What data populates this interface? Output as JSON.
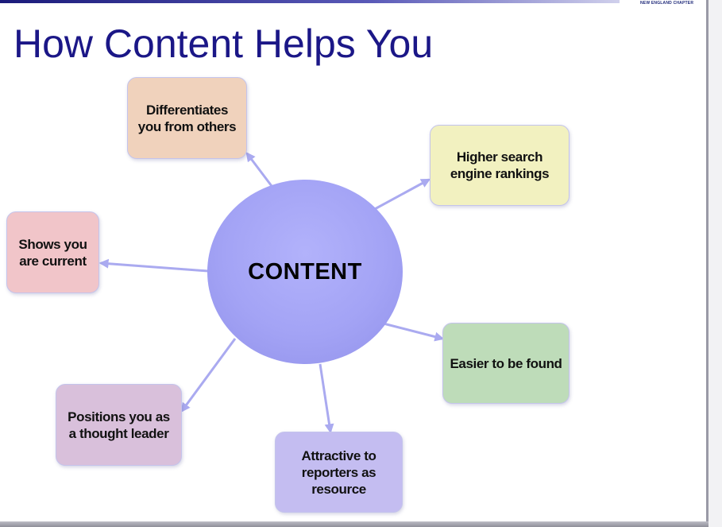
{
  "slide": {
    "title": "How Content Helps You",
    "chapter_mark": "NEW ENGLAND CHAPTER"
  },
  "diagram": {
    "center": "CONTENT",
    "nodes": {
      "differentiates": "Differentiates you from others",
      "search": "Higher search engine rankings",
      "current": "Shows you are current",
      "found": "Easier to be found",
      "leader": "Positions you as a thought leader",
      "reporters": "Attractive to reporters as resource"
    },
    "colors": {
      "title": "#1b1787",
      "center": "#a3a3f5",
      "arrow": "#aaaaf0",
      "differentiates": "#f0d2bc",
      "search": "#f2f1c0",
      "current": "#f1c5c9",
      "found": "#bedcb9",
      "leader": "#d9c0db",
      "reporters": "#c4bdf1"
    }
  }
}
